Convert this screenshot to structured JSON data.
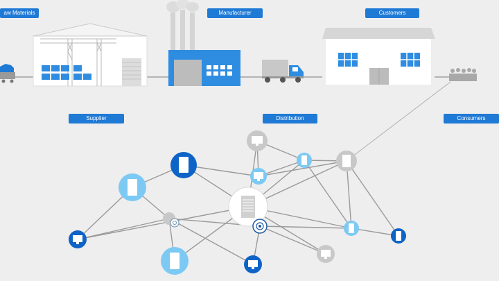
{
  "labels": {
    "raw_materials": "aw Materials",
    "manufacturer": "Manufacturer",
    "customers": "Customers",
    "supplier": "Supplier",
    "distribution": "Distribution",
    "consumers": "Consumers"
  },
  "colors": {
    "background": "#eeeeee",
    "label_blue": "#1f7ad6",
    "dark_blue": "#0e63c7",
    "light_blue": "#7ccaf4",
    "gray_node": "#c8c8c8",
    "building_white": "#ffffff",
    "line_gray": "#9a9a9a"
  },
  "icons": [
    "ore-cart-icon",
    "warehouse-icon",
    "factory-icon",
    "delivery-truck-icon",
    "store-building-icon",
    "people-group-icon",
    "server-icon",
    "monitor-icon",
    "tablet-icon",
    "phone-icon",
    "camera-icon"
  ]
}
